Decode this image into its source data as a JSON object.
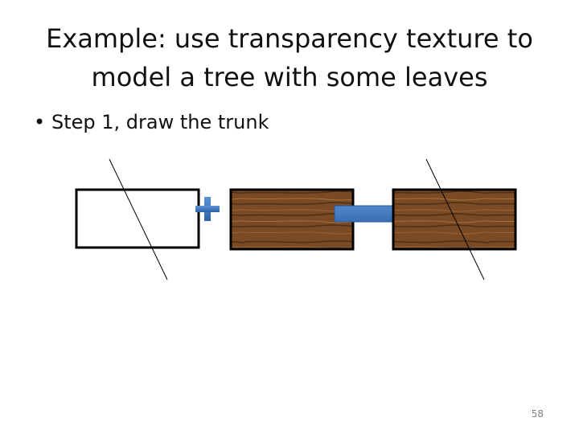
{
  "slide": {
    "title": "Example: use transparency texture to model a tree with some leaves",
    "bullet": "Step 1, draw the trunk",
    "bullet_marker": "•",
    "page_number": "58"
  },
  "diagram": {
    "plus_color": "#3d78c4",
    "arrow_color": "#3d78c4",
    "wood_base_color": "#7a4a24",
    "wood_grain_color": "#4e2e14",
    "icons": [
      "white-rectangle",
      "plus-icon",
      "wood-texture-rectangle",
      "right-arrow-icon",
      "textured-result-rectangle"
    ]
  }
}
